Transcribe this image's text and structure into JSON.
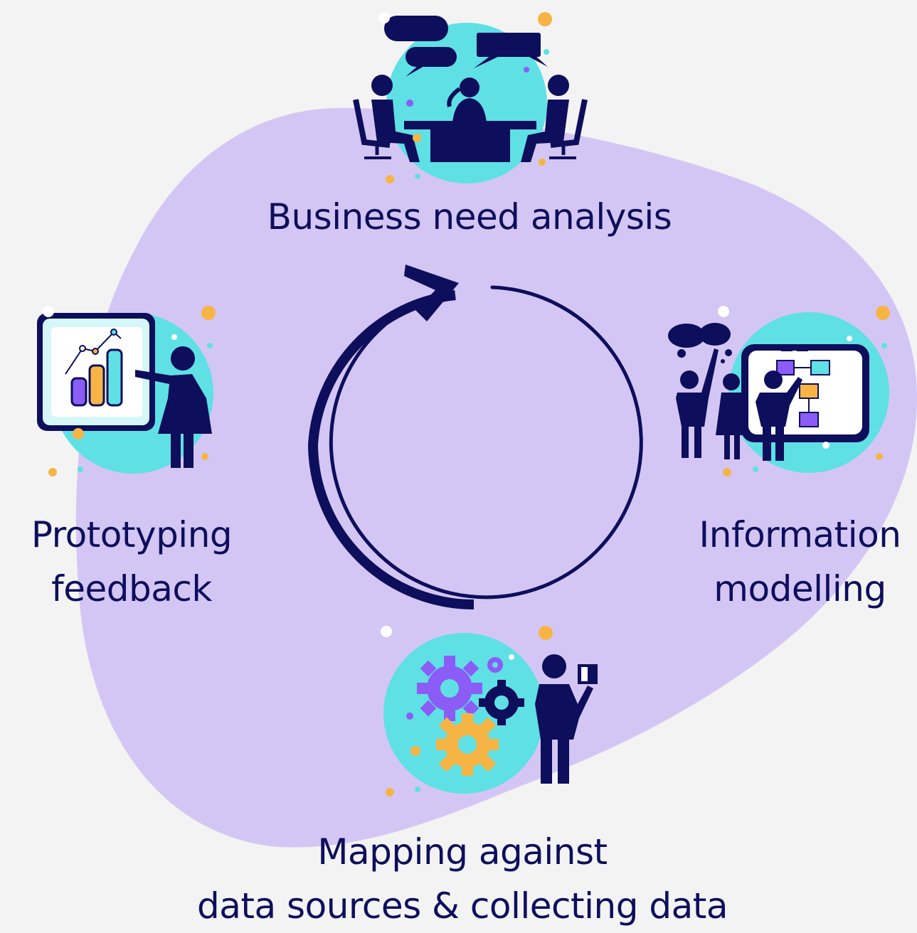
{
  "diagram": {
    "steps": [
      {
        "id": "business",
        "lines": [
          "Business need analysis"
        ]
      },
      {
        "id": "modelling",
        "lines": [
          "Information",
          "modelling"
        ]
      },
      {
        "id": "mapping",
        "lines": [
          "Mapping against",
          "data sources & collecting data"
        ]
      },
      {
        "id": "prototyping",
        "lines": [
          "Prototyping",
          "feedback"
        ]
      }
    ],
    "cycle_direction": "clockwise"
  },
  "colors": {
    "background": "#f3f3f3",
    "blob": "#d4c6f4",
    "circle_fill": "#5fe0e5",
    "navy": "#0d0e5c",
    "purple": "#8b5cf6",
    "orange": "#f6b444",
    "white": "#ffffff"
  },
  "icons": {
    "business": "meeting-table-icon",
    "modelling": "whiteboard-team-icon",
    "mapping": "gears-person-icon",
    "prototyping": "chart-presentation-icon"
  }
}
